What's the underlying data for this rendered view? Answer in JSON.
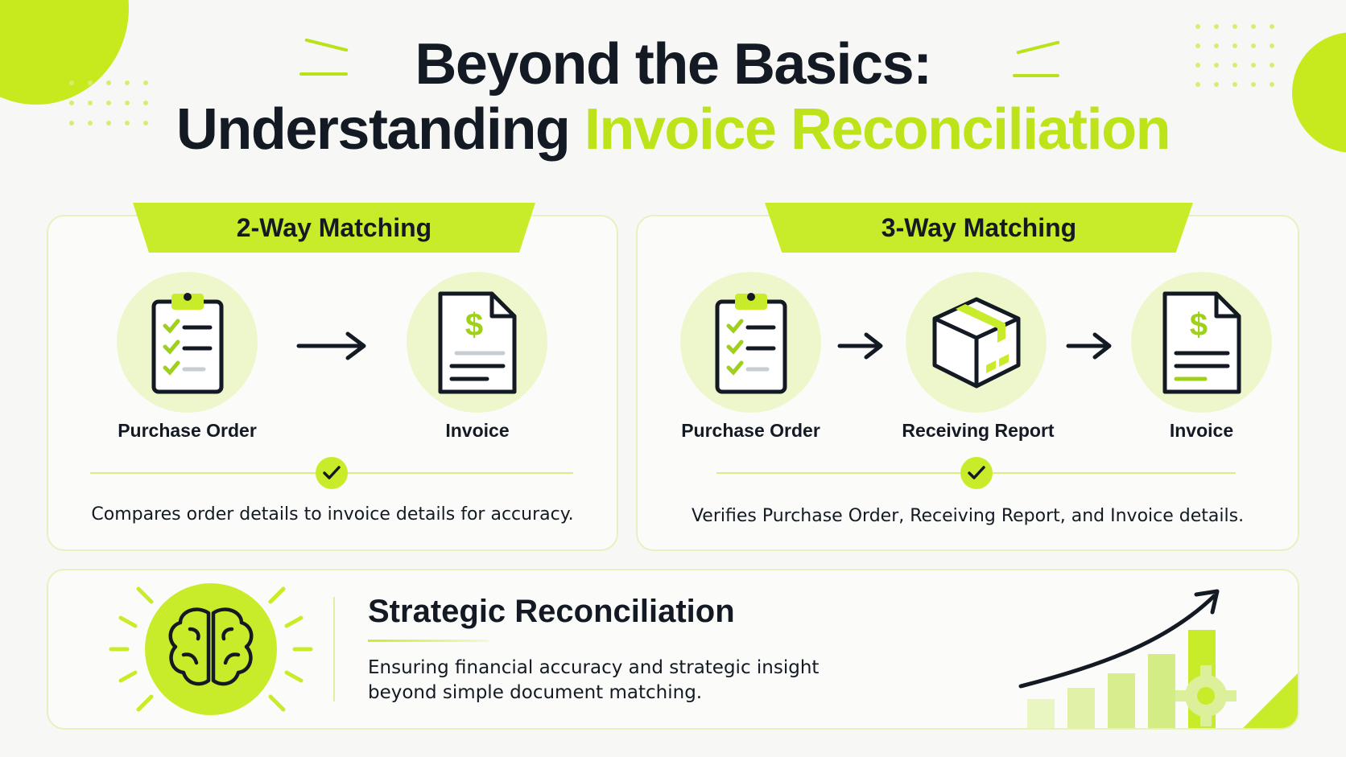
{
  "title": {
    "line1": "Beyond the Basics:",
    "line2_prefix": "Understanding ",
    "line2_highlight": "Invoice Reconciliation"
  },
  "two_way": {
    "heading": "2-Way Matching",
    "items": [
      {
        "label": "Purchase Order",
        "icon": "clipboard-checklist-icon"
      },
      {
        "label": "Invoice",
        "icon": "invoice-document-icon"
      }
    ],
    "description": "Compares order details to invoice details for accuracy."
  },
  "three_way": {
    "heading": "3-Way Matching",
    "items": [
      {
        "label": "Purchase Order",
        "icon": "clipboard-checklist-icon"
      },
      {
        "label": "Receiving Report",
        "icon": "package-box-icon"
      },
      {
        "label": "Invoice",
        "icon": "invoice-document-icon"
      }
    ],
    "description": "Verifies Purchase Order, Receiving Report, and Invoice details."
  },
  "strategic": {
    "heading": "Strategic Reconciliation",
    "line1": "Ensuring financial accuracy and strategic insight",
    "line2": "beyond simple document matching.",
    "icons": [
      "brain-icon",
      "growth-chart-icon",
      "gear-icon"
    ]
  },
  "colors": {
    "accent": "#c9ec2a",
    "accent_light": "#eef7cc",
    "text": "#141a24"
  }
}
